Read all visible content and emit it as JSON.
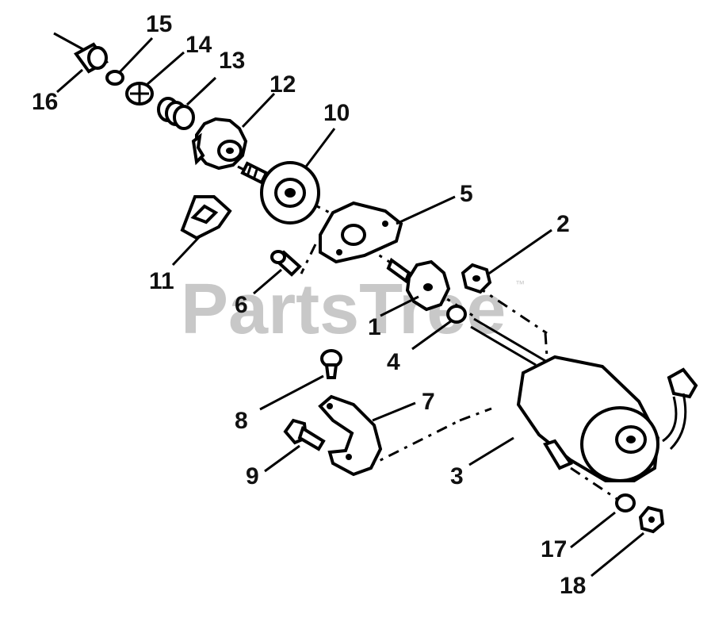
{
  "diagram": {
    "watermark": "PartsTree",
    "watermark_mark": "™",
    "callouts": [
      "1",
      "2",
      "3",
      "4",
      "5",
      "6",
      "7",
      "8",
      "9",
      "10",
      "11",
      "12",
      "13",
      "14",
      "15",
      "16",
      "17",
      "18"
    ],
    "colors": {
      "ink": "#000000",
      "watermark": "#c8c8c8",
      "background": "#ffffff"
    }
  }
}
